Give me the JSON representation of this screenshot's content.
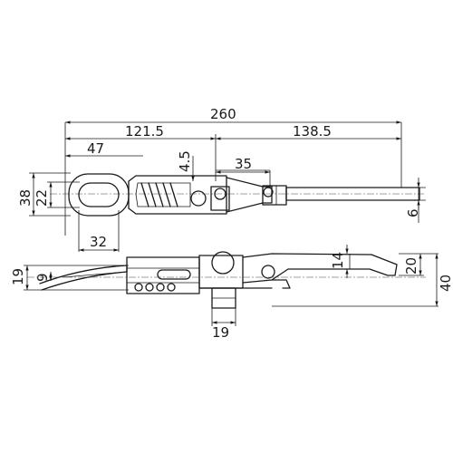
{
  "dimensions": {
    "overall_length": "260",
    "to_center": "121.5",
    "from_center": "138.5",
    "eye_offset": "47",
    "slot_offset": "4.5",
    "hinge_span": "35",
    "eye_height": "38",
    "eye_slot_height": "22",
    "eye_width": "32",
    "rod_diameter": "6",
    "side_height_left": "19",
    "side_thickness": "9",
    "base_width": "19",
    "hook_height": "14",
    "handle_height": "20",
    "total_height": "40"
  }
}
